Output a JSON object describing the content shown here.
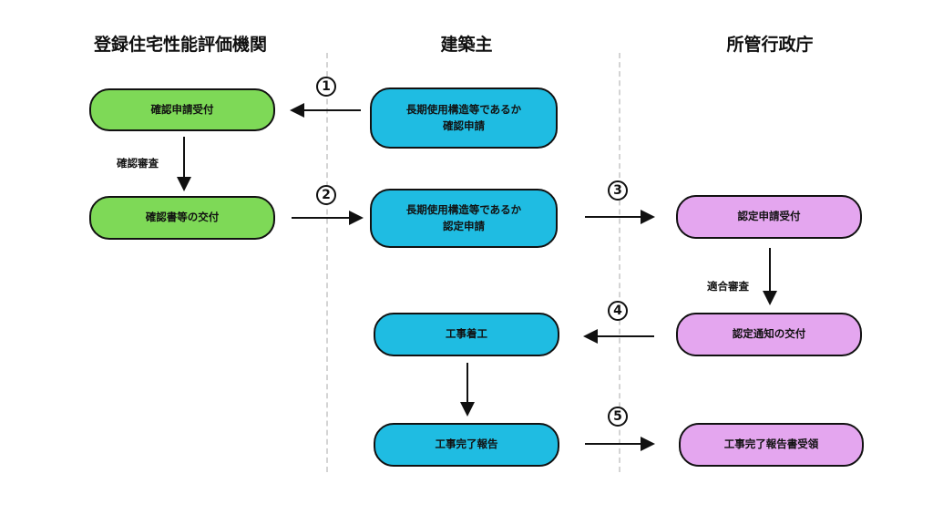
{
  "columns": {
    "left": "登録住宅性能評価機関",
    "middle": "建築主",
    "right": "所管行政庁"
  },
  "nodes": {
    "confirm_receipt": "確認申請受付",
    "confirm_issue": "確認書等の交付",
    "builder_confirm_request": [
      "長期使用構造等であるか",
      "確認申請"
    ],
    "builder_cert_request": [
      "長期使用構造等であるか",
      "認定申請"
    ],
    "construction_start": "工事着工",
    "completion_report": "工事完了報告",
    "cert_receipt": "認定申請受付",
    "cert_notice_issue": "認定通知の交付",
    "completion_receipt": "工事完了報告書受領"
  },
  "edge_labels": {
    "confirm_review": "確認審査",
    "conformity_review": "適合審査"
  },
  "steps": [
    "1",
    "2",
    "3",
    "4",
    "5"
  ],
  "colors": {
    "green": "#7ed957",
    "blue": "#1fbce2",
    "pink": "#e4a6ef"
  }
}
